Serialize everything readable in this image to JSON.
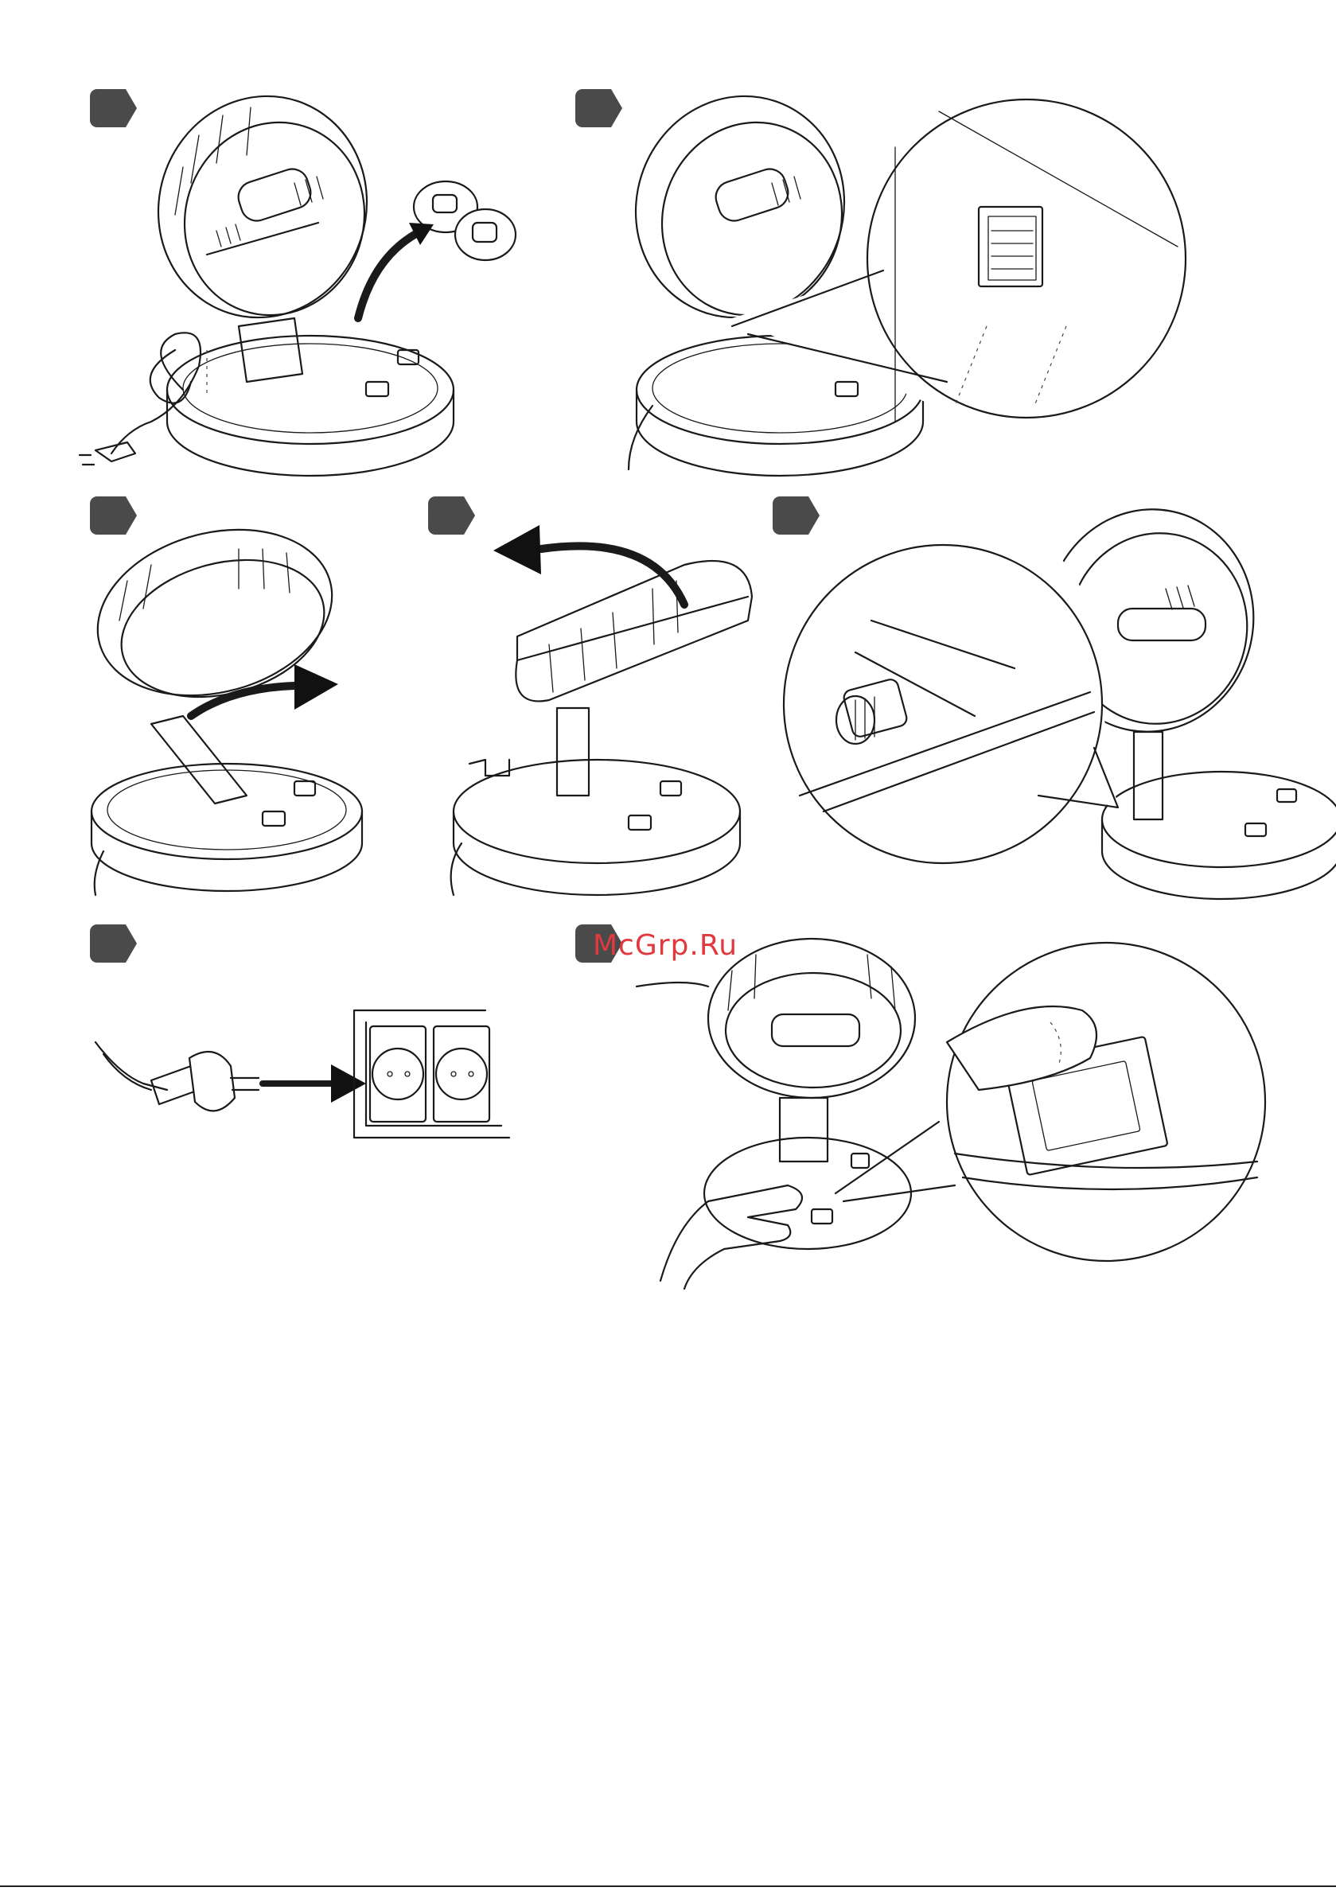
{
  "page": {
    "background": "#ffffff",
    "badge_color": "#4a4a4a"
  },
  "steps": [
    {
      "id": "step-1",
      "badge_icon": "step-badge-icon"
    },
    {
      "id": "step-2",
      "badge_icon": "step-badge-icon"
    },
    {
      "id": "step-3",
      "badge_icon": "step-badge-icon"
    },
    {
      "id": "step-4",
      "badge_icon": "step-badge-icon"
    },
    {
      "id": "step-5",
      "badge_icon": "step-badge-icon"
    },
    {
      "id": "step-6",
      "badge_icon": "step-badge-icon"
    },
    {
      "id": "step-7",
      "badge_icon": "step-badge-icon"
    }
  ],
  "watermark": {
    "text": "McGrp.Ru",
    "color": "#e0393e"
  }
}
